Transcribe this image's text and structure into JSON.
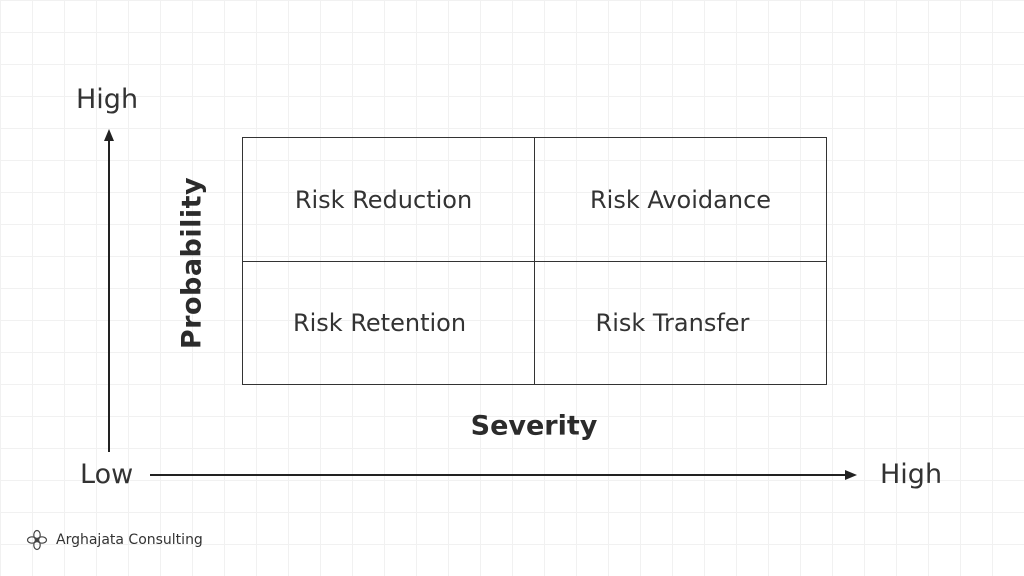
{
  "y_axis": {
    "name": "Probability",
    "high_label": "High"
  },
  "x_axis": {
    "name": "Severity",
    "low_label": "Low",
    "high_label": "High"
  },
  "quadrants": {
    "top_left": "Risk Reduction",
    "top_right": "Risk Avoidance",
    "bottom_left": "Risk Retention",
    "bottom_right": "Risk Transfer"
  },
  "branding": {
    "name": "Arghajata Consulting",
    "icon": "flower-logo-icon"
  }
}
